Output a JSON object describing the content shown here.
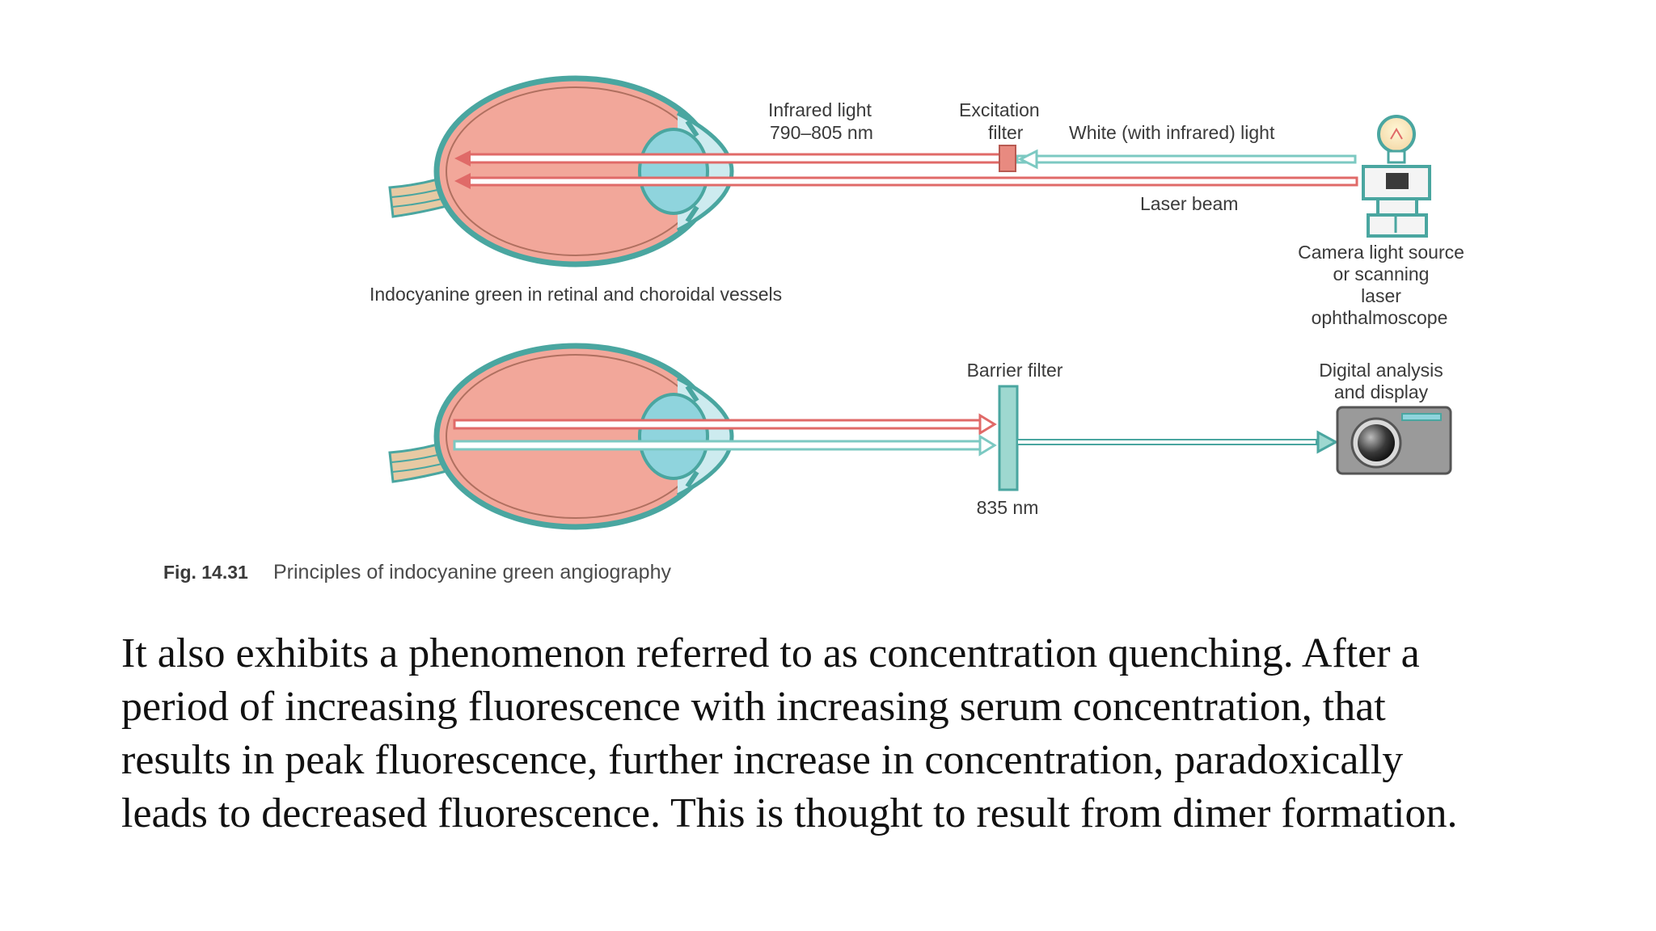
{
  "diagram": {
    "top": {
      "infrared_line1": "Infrared light",
      "infrared_line2": "790–805 nm",
      "excitation_line1": "Excitation",
      "excitation_line2": "filter",
      "white_light": "White (with infrared) light",
      "laser_beam": "Laser beam",
      "source_line1": "Camera light source",
      "source_line2": "or scanning",
      "source_line3": "laser",
      "source_line4": "ophthalmoscope",
      "vessels": "Indocyanine green in retinal and choroidal vessels"
    },
    "bottom": {
      "barrier_filter": "Barrier filter",
      "wavelength": "835 nm",
      "digital_line1": "Digital analysis",
      "digital_line2": "and display"
    },
    "caption_number": "Fig. 14.31",
    "caption_text": "Principles of indocyanine green angiography",
    "colors": {
      "sclera": "#4aa6a0",
      "eye_fill": "#f2a79a",
      "lens": "#8fd4dd",
      "red_beam": "#e06a68",
      "teal_beam": "#7cc9c2"
    }
  },
  "paragraph": {
    "line1": "It also exhibits a phenomenon referred to as concentration quenching. After a",
    "line2": "period of increasing fluorescence with increasing serum concentration, that",
    "line3": "results in peak fluorescence, further increase in concentration, paradoxically",
    "line4": "leads to decreased fluorescence. This is thought to result from dimer formation."
  }
}
